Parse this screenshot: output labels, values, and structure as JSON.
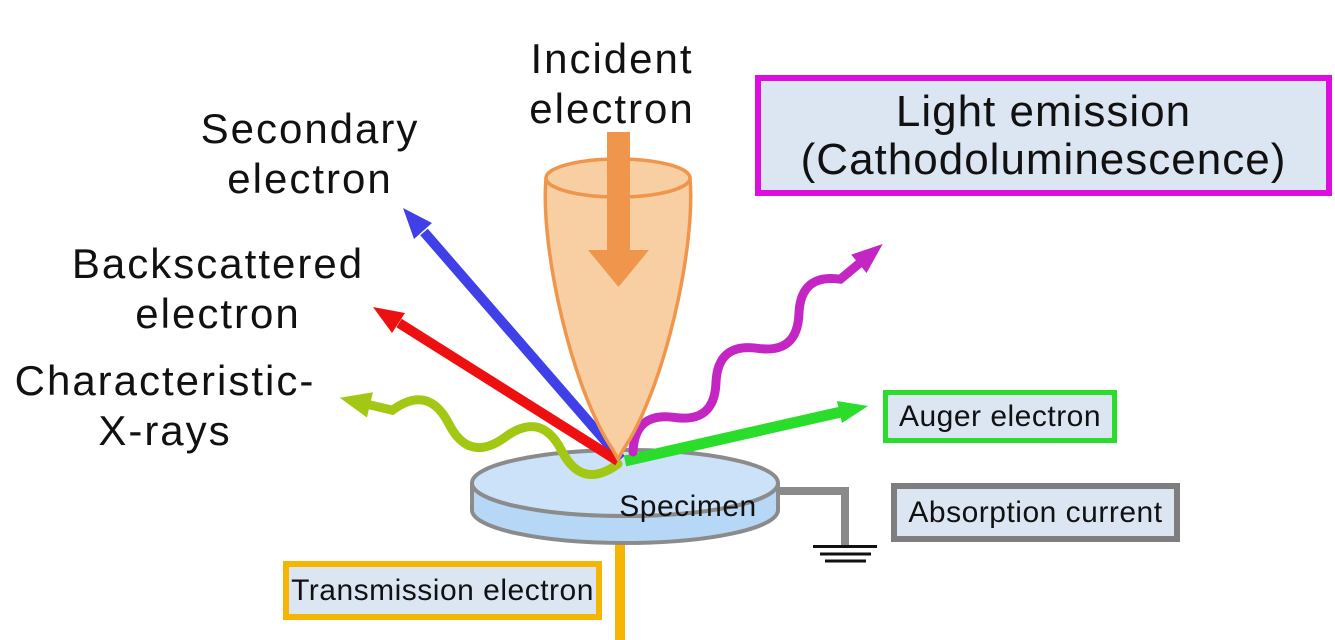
{
  "labels": {
    "incident": {
      "line1": "Incident",
      "line2": "electron"
    },
    "secondary": {
      "line1": "Secondary",
      "line2": "electron"
    },
    "backscattered": {
      "line1": "Backscattered",
      "line2": "electron"
    },
    "xrays": {
      "line1": "Characteristic-",
      "line2": "X-rays"
    },
    "specimen": "Specimen"
  },
  "boxes": {
    "light_emission": {
      "line1": "Light emission",
      "line2": "(Cathodoluminescence)",
      "border_color": "#dd0edd",
      "bg_color": "#dce6f3"
    },
    "auger": {
      "label": "Auger electron",
      "border_color": "#2bdd2b",
      "bg_color": "#dce6f3"
    },
    "absorption": {
      "label": "Absorption current",
      "border_color": "#7e7e7e",
      "bg_color": "#dce6f3"
    },
    "transmission": {
      "label": "Transmission electron",
      "border_color": "#f5b502",
      "bg_color": "#dce6f3"
    }
  },
  "colors": {
    "incident_beam": "#f0964c",
    "cone_fill": "#f8cfa2",
    "secondary_electron": "#4040e8",
    "backscattered_electron": "#ee1010",
    "characteristic_xrays": "#a3c814",
    "cathodoluminescence": "#c426c4",
    "auger_electron": "#2bdd2b",
    "transmission_line": "#f5b502",
    "ground_wire": "#8a8a8a",
    "ground_symbol": "#111111",
    "specimen_front": "#b7d7f6",
    "specimen_top": "#cbe2f9",
    "specimen_border": "#8b8b8b"
  }
}
